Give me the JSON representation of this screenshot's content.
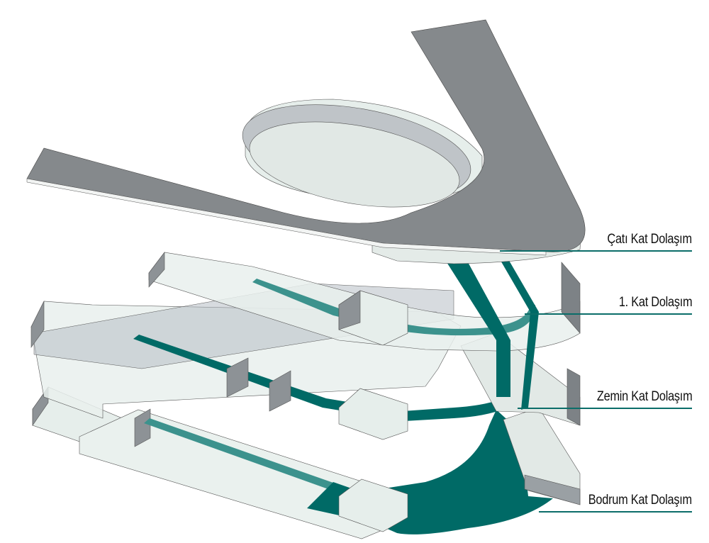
{
  "diagram": {
    "title": "",
    "type": "exploded axonometric circulation diagram",
    "colors": {
      "roof": "#85898c",
      "roof_edge": "#ffffff",
      "glass": "#dfe8e5",
      "glass_dark": "#b9c0c6",
      "wall_dark": "#7d8286",
      "circulation": "#006a66",
      "circulation_light": "#3c928d",
      "leader_line": "#0b6d69",
      "text": "#111111"
    },
    "labels": [
      {
        "id": "roof",
        "text": "Çatı Kat Dolaşım"
      },
      {
        "id": "first",
        "text": "1. Kat Dolaşım"
      },
      {
        "id": "ground",
        "text": "Zemin Kat Dolaşım"
      },
      {
        "id": "basement",
        "text": "Bodrum Kat Dolaşım"
      }
    ]
  }
}
